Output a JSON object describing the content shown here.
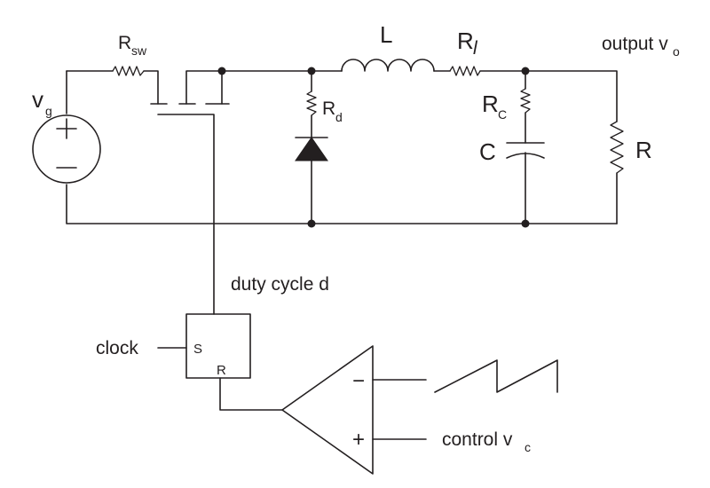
{
  "labels": {
    "vg": "v",
    "vg_sub": "g",
    "rsw": "R",
    "rsw_sub": "sw",
    "l": "L",
    "rl": "R",
    "rl_sub": "l",
    "rd": "R",
    "rd_sub": "d",
    "rc": "R",
    "rc_sub": "C",
    "c": "C",
    "r": "R",
    "output": "output v",
    "output_sub": "o",
    "duty": "duty cycle d",
    "clock": "clock",
    "s": "S",
    "r_pin": "R",
    "control": "control v",
    "control_sub": "c",
    "plus": "+",
    "minus": "−"
  }
}
